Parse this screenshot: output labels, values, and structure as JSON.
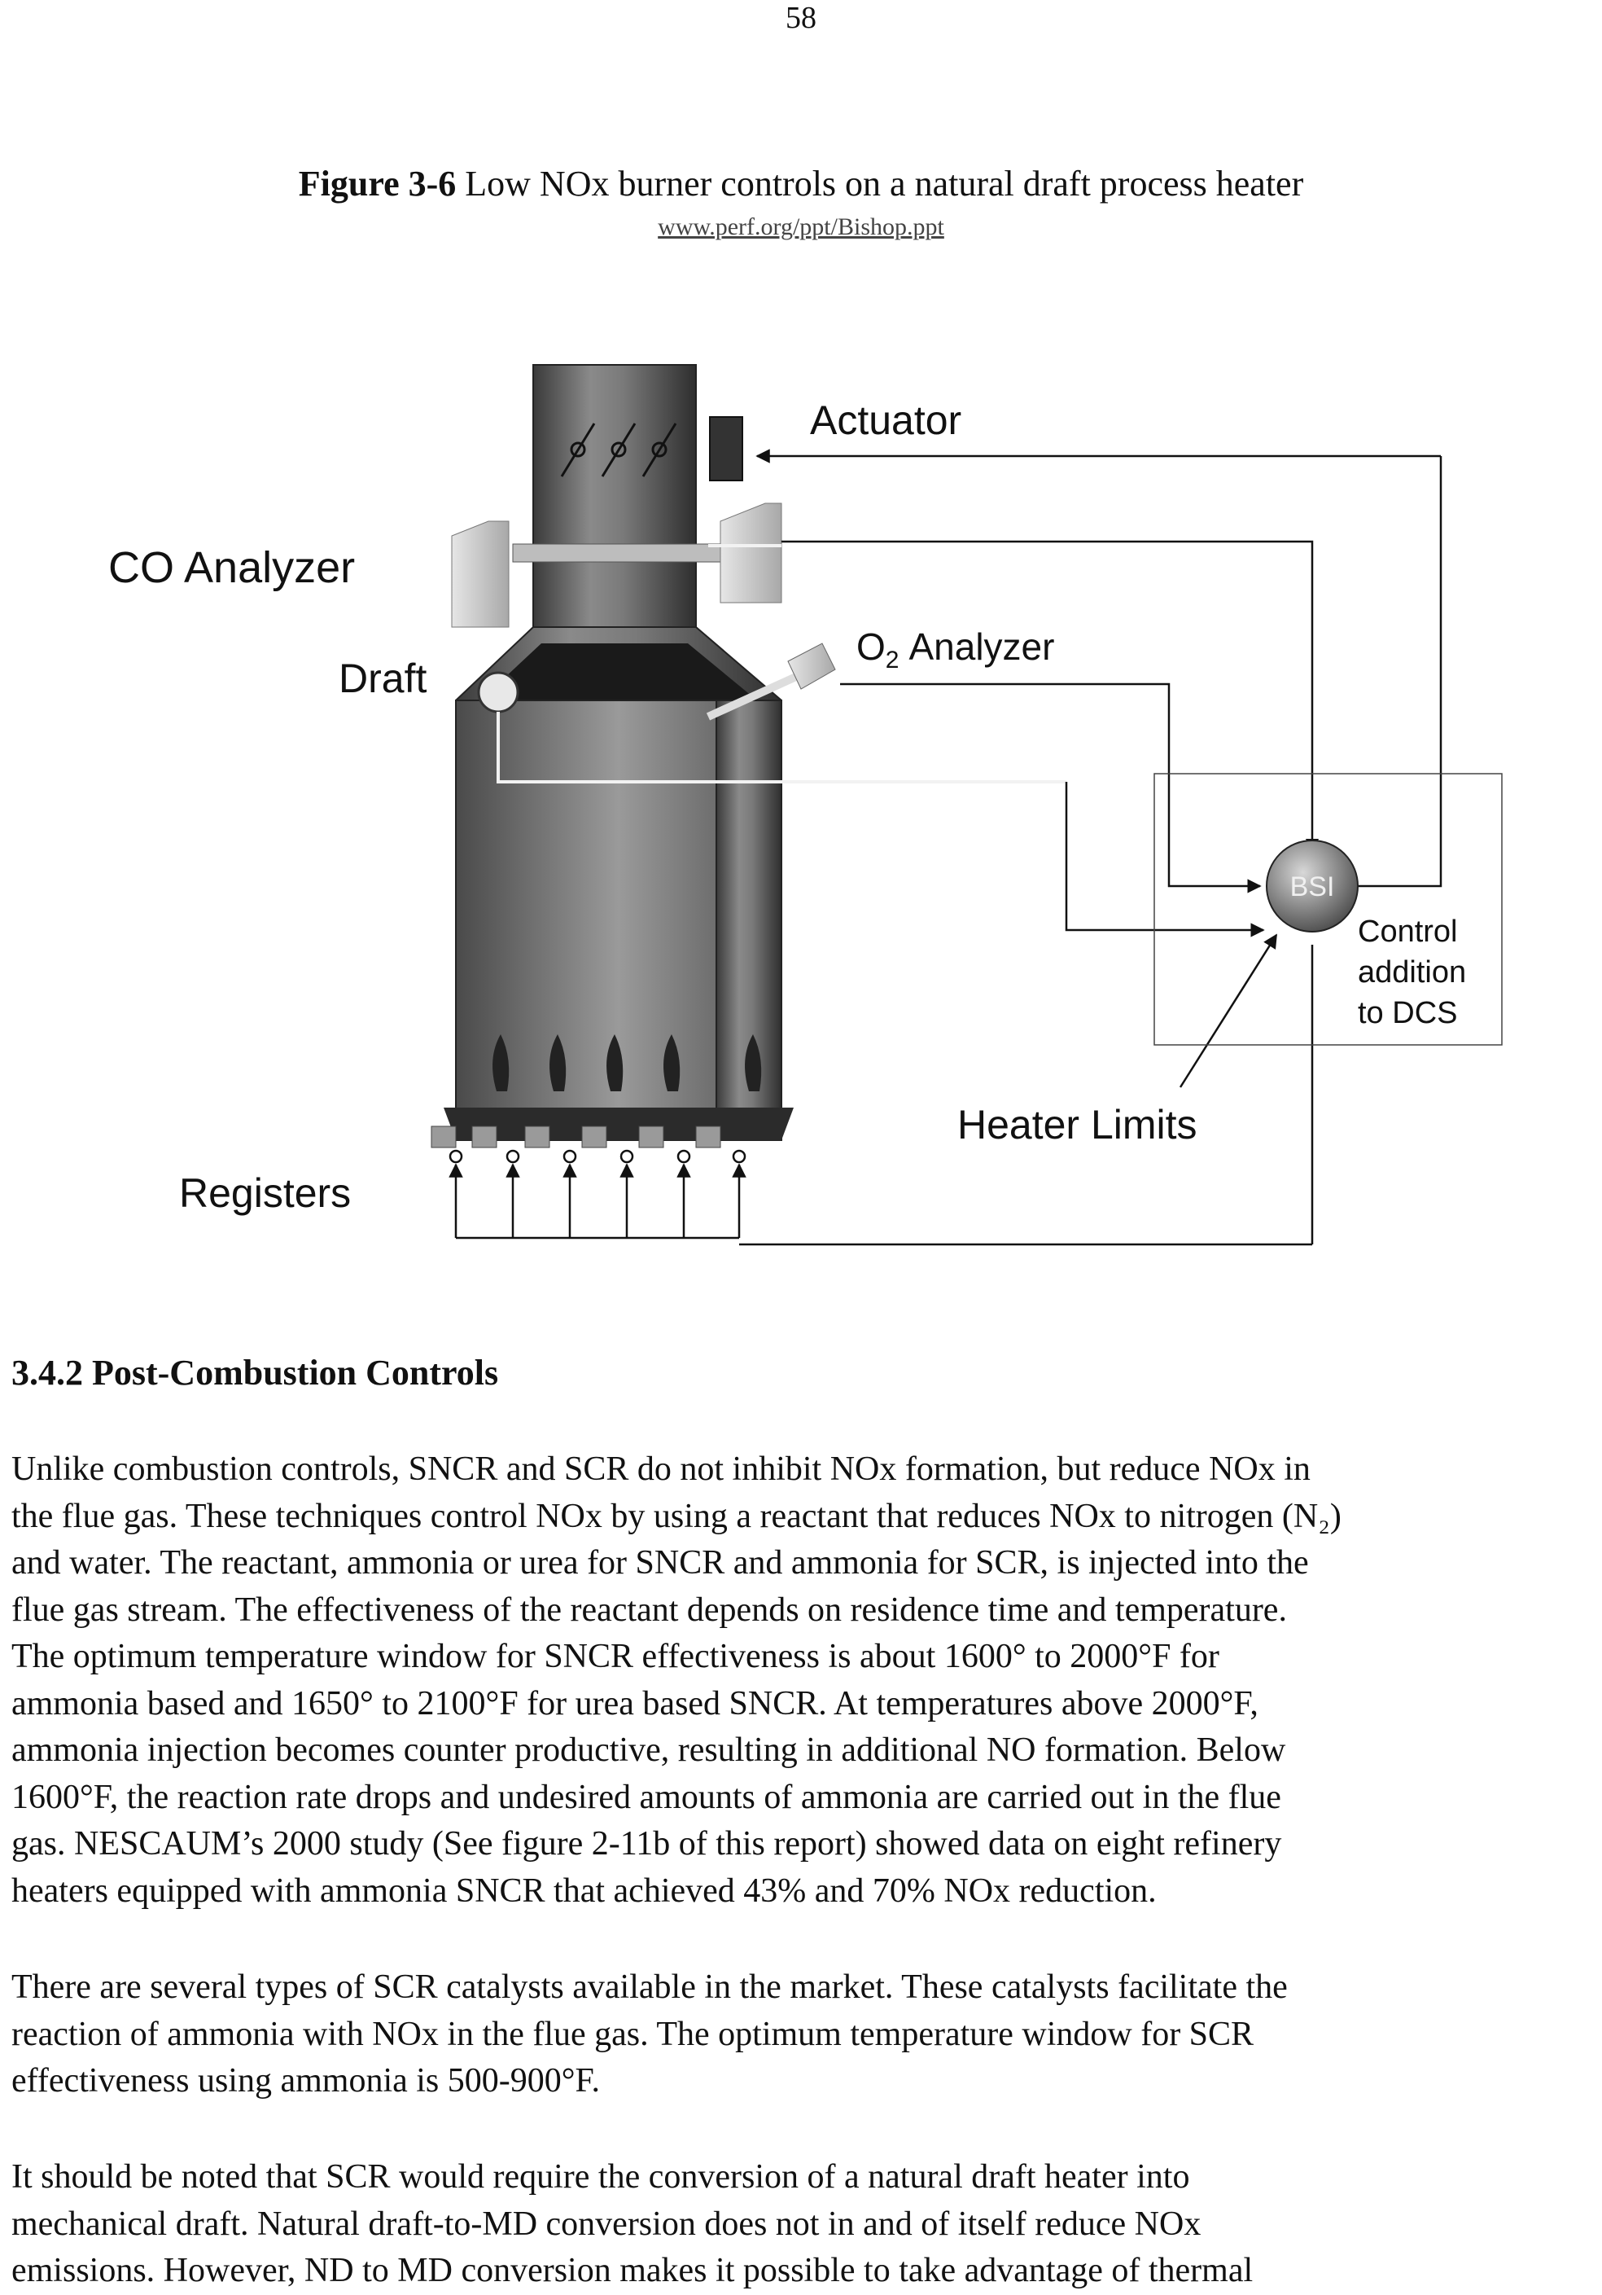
{
  "page_number": "58",
  "figure": {
    "label": "Figure 3-6",
    "caption": "Low NOx burner controls on a natural draft process heater",
    "source": "www.perf.org/ppt/Bishop.ppt",
    "labels": {
      "actuator": "Actuator",
      "co_analyzer": "CO Analyzer",
      "draft": "Draft",
      "o2_analyzer_o": "O",
      "o2_analyzer_sub": "2",
      "o2_analyzer_rest": "Analyzer",
      "bsi": "BSI",
      "control_line1": "Control",
      "control_line2": "addition",
      "control_line3": "to DCS",
      "heater_limits": "Heater Limits",
      "registers": "Registers"
    }
  },
  "section": {
    "heading": "3.4.2 Post-Combustion Controls"
  },
  "paragraphs": [
    [
      "Unlike combustion controls, SNCR and SCR do not inhibit NOx formation, but reduce NOx in",
      "the flue gas. These techniques control NOx by using a reactant that reduces NOx to nitrogen (N₂)",
      "and water. The reactant, ammonia or urea for SNCR and ammonia for SCR, is injected into the",
      "flue gas stream. The effectiveness of the reactant depends on residence time and temperature.",
      "The optimum temperature window for SNCR effectiveness is about 1600° to 2000°F for",
      "ammonia based and 1650° to 2100°F for urea based SNCR. At temperatures above 2000°F,",
      "ammonia injection becomes counter productive, resulting in additional NO formation.  Below",
      "1600°F, the reaction rate drops and undesired amounts of ammonia are carried out in the flue",
      "gas.  NESCAUM’s 2000 study (See figure 2-11b of this report) showed data on eight refinery",
      "heaters equipped with ammonia SNCR that achieved 43% and 70% NOx reduction."
    ],
    [
      "There are several types of SCR catalysts available in the market. These catalysts facilitate the",
      "reaction of ammonia with NOx in the flue gas. The optimum temperature window for SCR",
      "effectiveness using ammonia is 500-900°F."
    ],
    [
      "It should be noted that SCR would require the conversion of a natural draft heater into",
      "mechanical draft. Natural draft-to-MD conversion does not in and of itself reduce NOx",
      "emissions.  However, ND to MD conversion makes it possible to take advantage of thermal"
    ]
  ]
}
